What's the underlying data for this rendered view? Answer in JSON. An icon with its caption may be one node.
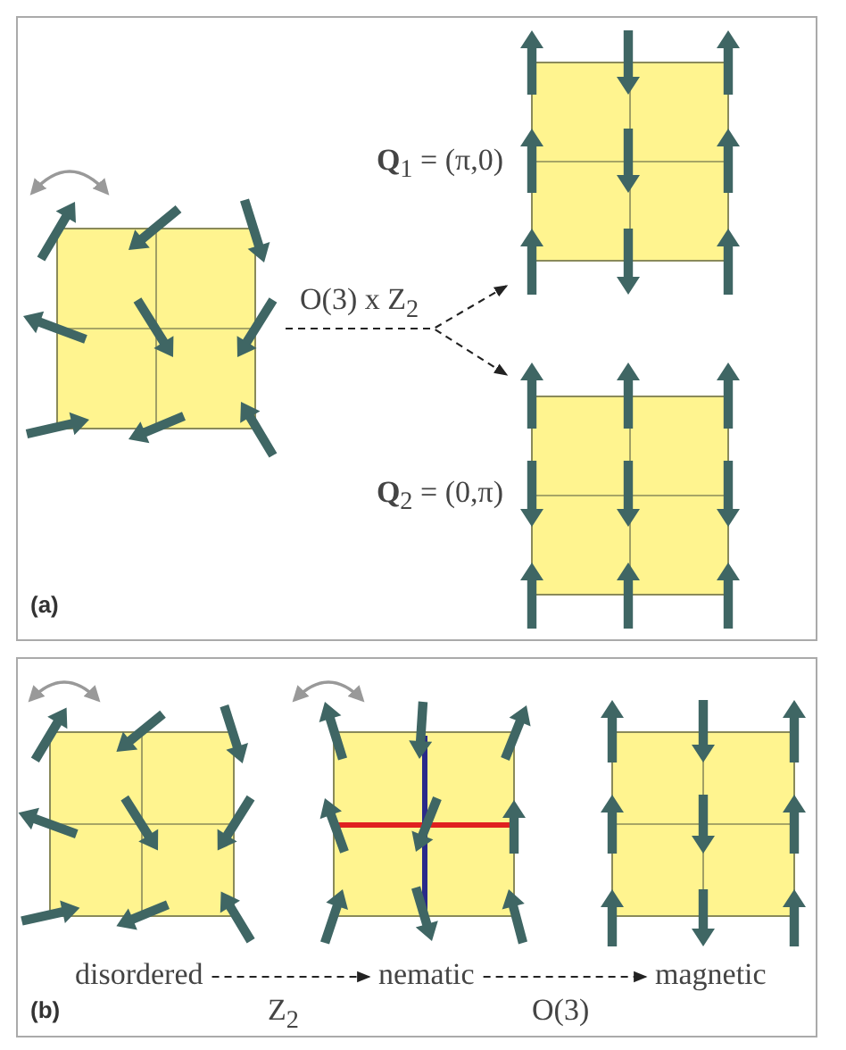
{
  "diagram": {
    "nodes": [
      {
        "text": [
          "(a)"
        ]
      },
      {
        "text": [],
        "shape": "picture",
        "in": 0
      },
      {
        "text": [],
        "shape": "picture",
        "in": 0,
        "beside": [
          "**Q**$_{1}$ = (π,0)"
        ]
      },
      {
        "text": [],
        "shape": "picture",
        "in": 0,
        "beside": [
          "**Q**$_{2}$ = (0,π)"
        ]
      },
      {
        "text": [
          "(b)"
        ]
      },
      {
        "text": [],
        "shape": "picture",
        "in": 4
      },
      {
        "text": [],
        "shape": "picture",
        "in": 4
      },
      {
        "text": [],
        "shape": "picture",
        "in": 4
      },
      {
        "text": [
          "disordered"
        ],
        "in": 4
      },
      {
        "text": [
          "nematic"
        ],
        "in": 4
      },
      {
        "text": [
          "magnetic"
        ],
        "in": 4
      }
    ],
    "edges": [
      {
        "from": 1,
        "to": 2,
        "arrow": "to",
        "style": "dashed",
        "label": "O(3) x Z$_{2}$"
      },
      {
        "from": 1,
        "to": 3,
        "arrow": "to",
        "style": "dashed"
      },
      {
        "from": 8,
        "to": 9,
        "arrow": "to",
        "style": "dashed",
        "label": "Z$_{2}$"
      },
      {
        "from": 9,
        "to": 10,
        "arrow": "to",
        "style": "dashed",
        "label": "O(3)"
      }
    ]
  }
}
